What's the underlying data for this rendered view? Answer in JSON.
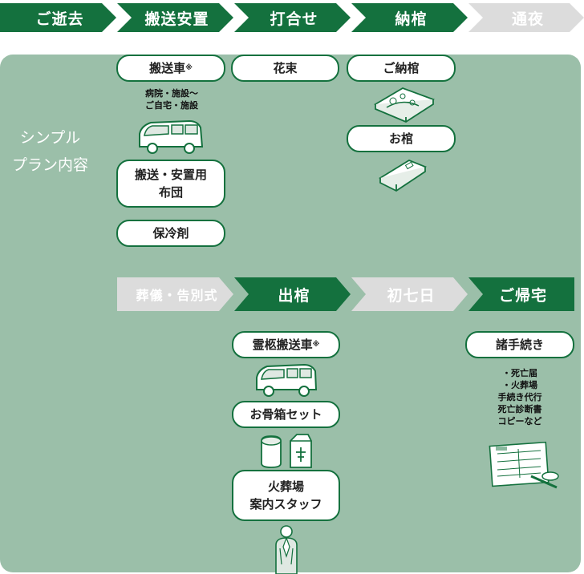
{
  "flow_top": [
    "ご逝去",
    "搬送安置",
    "打合せ",
    "納棺",
    "通夜"
  ],
  "flow_bottom": [
    "葬儀・告別式",
    "出棺",
    "初七日",
    "ご帰宅"
  ],
  "side_label": "シンプル\nプラン内容",
  "items": {
    "transport_car": "搬送車",
    "transport_note": "病院・施設～\nご自宅・施設",
    "futon": "搬送・安置用\n布団",
    "coolant": "保冷剤",
    "bouquet": "花束",
    "encoffin": "ご納棺",
    "coffin": "お棺",
    "hearse": "霊柩搬送車",
    "urn_set": "お骨箱セット",
    "staff": "火葬場\n案内スタッフ",
    "procedures": "諸手続き",
    "procedures_note": "・死亡届\n・火葬場\n手続き代行\n死亡診断書\nコピーなど"
  },
  "note_mark": "※",
  "colors": {
    "green": "#14713e",
    "panel": "#9bbfa9",
    "inactive": "#dcdcdc"
  },
  "icons": [
    "van-icon",
    "encoffin-icon",
    "coffin-icon",
    "urn-icon",
    "staff-icon",
    "document-icon"
  ]
}
